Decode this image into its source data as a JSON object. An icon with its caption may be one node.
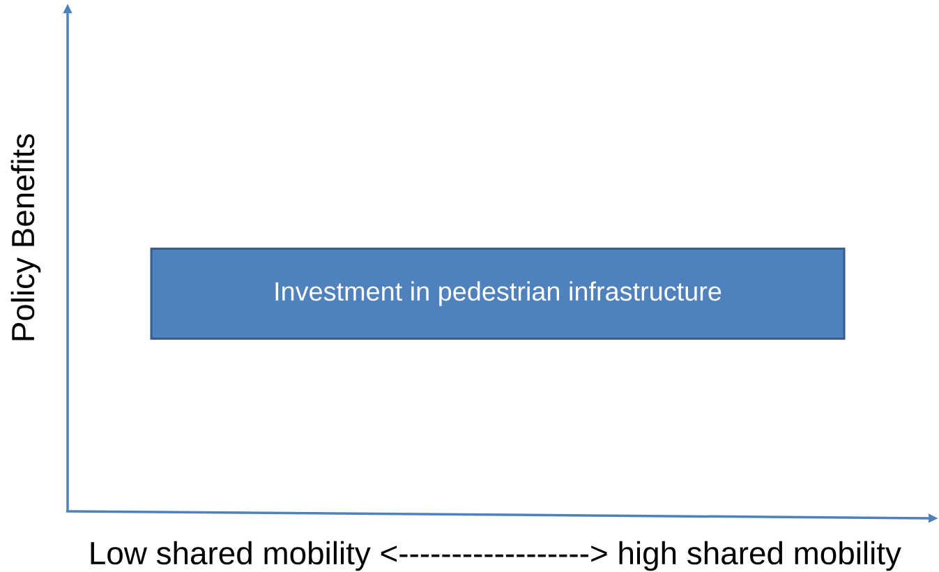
{
  "diagram": {
    "nodes": [
      {
        "text": [
          "Investment in pedestrian infrastructure"
        ]
      }
    ],
    "labels": [
      "Policy Benefits",
      "Low shared mobility <------------------> high shared mobility"
    ]
  }
}
